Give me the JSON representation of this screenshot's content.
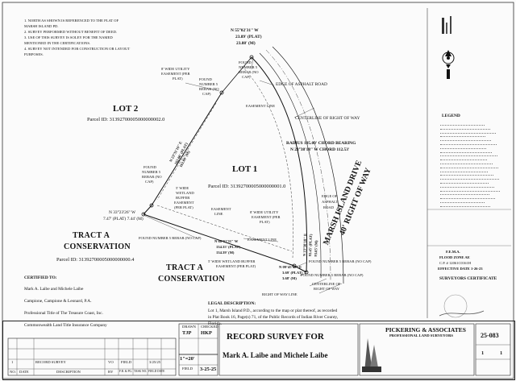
{
  "notes": [
    "1.   NORTH AS SHOWN IS REFERENCED TO THE PLAT OF",
    "MARSH ISLAND PD.",
    "2.   SURVEY PERFORMED WITHOUT BENEFIT OF DEED.",
    "3.   USE OF THIS SURVEY IS SOLEY FOR THE NAMED",
    "MENTIONED IN THE CERTIFICATIONS.",
    "4.   SURVEY NOT INTENDED FOR CONSTRUCTION OR LAYOUT",
    "PURPOSES."
  ],
  "plan": {
    "top_bearing": "N 55°02'31\" W",
    "top_dist_plat": "23.89' (PLAT)",
    "top_dist_meas": "23.88' (M)",
    "utility_easement_top": [
      "8' WIDE UTILITY",
      "EASEMENT (PER",
      "PLAT)"
    ],
    "found_rebar_top": [
      "FOUND",
      "NUMBER 5",
      "REBAR (NO",
      "CAP)"
    ],
    "found_rebar_top2": [
      "FOUND",
      "NUMBER 5",
      "REBAR (NO",
      "CAP)"
    ],
    "edge_asphalt_road_top": "EDGE OF ASPHALT ROAD",
    "easement_line_top": "EASEMENT LINE",
    "centerline_row_top": "CENTERLINE OF RIGHT OF WAY",
    "lot2_label": "LOT 2",
    "lot2_parcel": "Parcel ID: 31392700005000000002.0",
    "west_bearing": "N 23°31'19\" E",
    "west_dist_plat": "162.00' (PLAT)",
    "west_dist_meas": "162.09' (M)",
    "radius": "RADIUS 105.00' CHORD BEARING",
    "chord": "N 23°38'18\" W CHORD 112.53'",
    "lot1_label": "LOT 1",
    "lot1_parcel": "Parcel ID: 31392700005000000001.0",
    "found_rebar_mid": [
      "FOUND",
      "NUMBER 5",
      "REBAR (NO",
      "CAP)"
    ],
    "wetland_buffer": [
      "5' WIDE",
      "WETLAND",
      "BUFFER",
      "EASEMENT",
      "(PER PLAT)"
    ],
    "easement_line_mid": [
      "EASEMENT",
      "LINE"
    ],
    "utility_easement_mid": [
      "8' WIDE UTILITY",
      "EASEMENT (PER",
      "PLAT)"
    ],
    "edge_asphalt_road_mid": [
      "EDGE OF",
      "ASPHALT",
      "ROAD"
    ],
    "road_name": "MARSH ISLAND DRIVE",
    "road_row": "40' RIGHT OF WAY",
    "sw_bearing": "N 33°23'26\" W",
    "sw_dist": "7.47' (PLAT) 7.44' (M)",
    "tract_a_left": [
      "TRACT A",
      "CONSERVATION"
    ],
    "tract_a_left_parcel": "Parcel ID: 31392700005000000000.4",
    "found_rebar_sw": "FOUND NUMBER 5 REBAR (NO CAP)",
    "easement_line_low": "EASEMENT LINE",
    "south_bearing": "N 68°52'11\" W",
    "south_dist_plat": "134.35' (PLAT)",
    "south_dist_meas": "134.39' (M)",
    "east_bearing": "N 23°38'18\" E",
    "east_dist_plat": "93.45' (PLAT)",
    "east_dist_meas": "93.05' (M)",
    "tract_a_center": [
      "TRACT A",
      "CONSERVATION"
    ],
    "wetland_buffer_low": [
      "5' WIDE WETLAND BUFFER",
      "EASEMENT (PER PLAT)"
    ],
    "se_bearing": "N 09°45'38\" E",
    "se_dist_plat": "3.69' (PLAT)",
    "se_dist_meas": "3.68' (M)",
    "found_rebar_se": "FOUND NUMBER 5 REBAR (NO CAP)",
    "found_rebar_se2": "FOUND NUMBER 5 REBAR (NO CAP)",
    "centerline_row_low": [
      "CENTERLINE OF",
      "RIGHT OF WAY"
    ],
    "row_line": "RIGHT OF WAY LINE"
  },
  "certified": {
    "heading": "CERTIFIED TO:",
    "lines": [
      "Mark A. Laibe and Michele Laibe",
      "Campione, Campione & Leonard, P.A.",
      "Professional Title of The Treasure Coast, Inc.",
      "Commonwealth Land Title Insurance Company"
    ]
  },
  "legal": {
    "heading": "LEGAL DESCRIPTION:",
    "text": [
      "Lot 1, Marsh Island P.D., according to the map or plat thereof, as recorded",
      "in Plat Book 16, Page(s) 71, of the Public Records of Indian River County,",
      "Florida."
    ]
  },
  "legend": {
    "title": "LEGEND",
    "count": 22
  },
  "flood": {
    "title": "F.E.M.A.",
    "zone": "FLOOD ZONE AE",
    "panel": "C.P. # 12061C0161H",
    "effective": "EFFECTIVE DATE 1-26-23"
  },
  "surveyor": {
    "title": "SURVEYORS CERTIFICATE"
  },
  "title_block": {
    "record_survey": "RECORD SURVEY FOR",
    "client": "Mark A. Laibe and Michele Laibe",
    "drawn_label": "DRAWN",
    "drawn": "TJP",
    "checked_label": "CHECKED",
    "checked": "HKP",
    "scale": "1\"=20'",
    "date": "3-25-25",
    "field": "FIELD",
    "rev_row1": [
      "1",
      "RECORD SURVEY",
      "VO",
      "FIELD",
      "3/25/25"
    ],
    "header": [
      "NO.",
      "DATE",
      "DESCRIPTION",
      "BY",
      "F.B. & PG.",
      "TASK NO.",
      "FIELD DATE"
    ],
    "company": "PICKERING & ASSOCIATES",
    "company_sub": "PROFESSIONAL LAND SURVEYORS",
    "job": "25-083",
    "sheet": "1",
    "of": "1"
  },
  "colors": {
    "line": "#1a1a1a",
    "dashed": "#333333",
    "paper": "#fbfbfb"
  }
}
